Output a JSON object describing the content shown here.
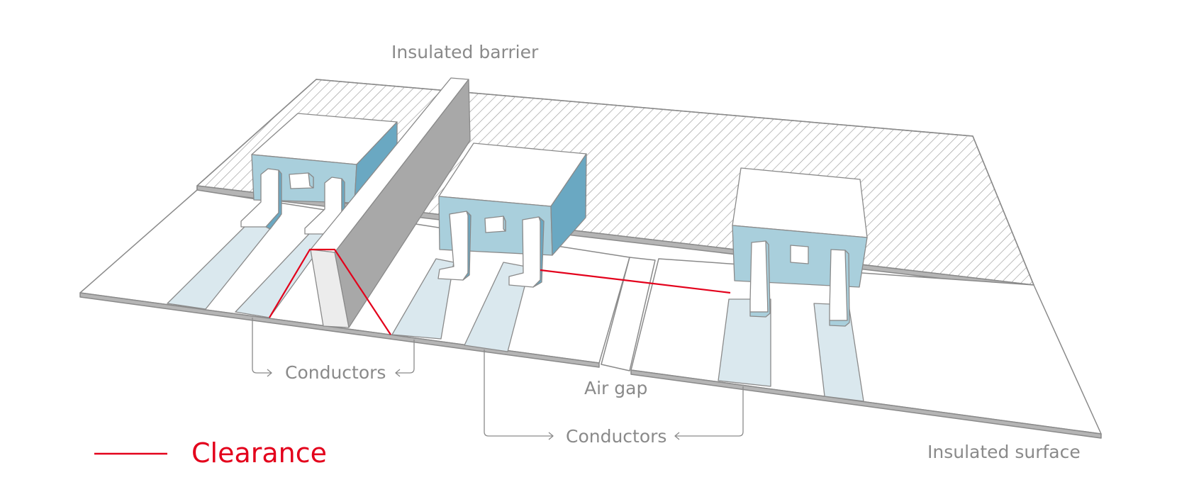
{
  "labels": {
    "insulated_barrier": "Insulated barrier",
    "conductors_left": "Conductors",
    "conductors_right": "Conductors",
    "air_gap": "Air gap",
    "insulated_surface": "Insulated surface"
  },
  "legend": {
    "clearance_label": "Clearance",
    "clearance_color": "#e3001b"
  },
  "colors": {
    "outline": "#8a8a8a",
    "component_side": "#a9cfdc",
    "component_side_dark": "#6aa8c2",
    "conductor_trace": "#dae8ee",
    "barrier": "#a8a8a8",
    "surface_edge": "#b5b5b5"
  }
}
